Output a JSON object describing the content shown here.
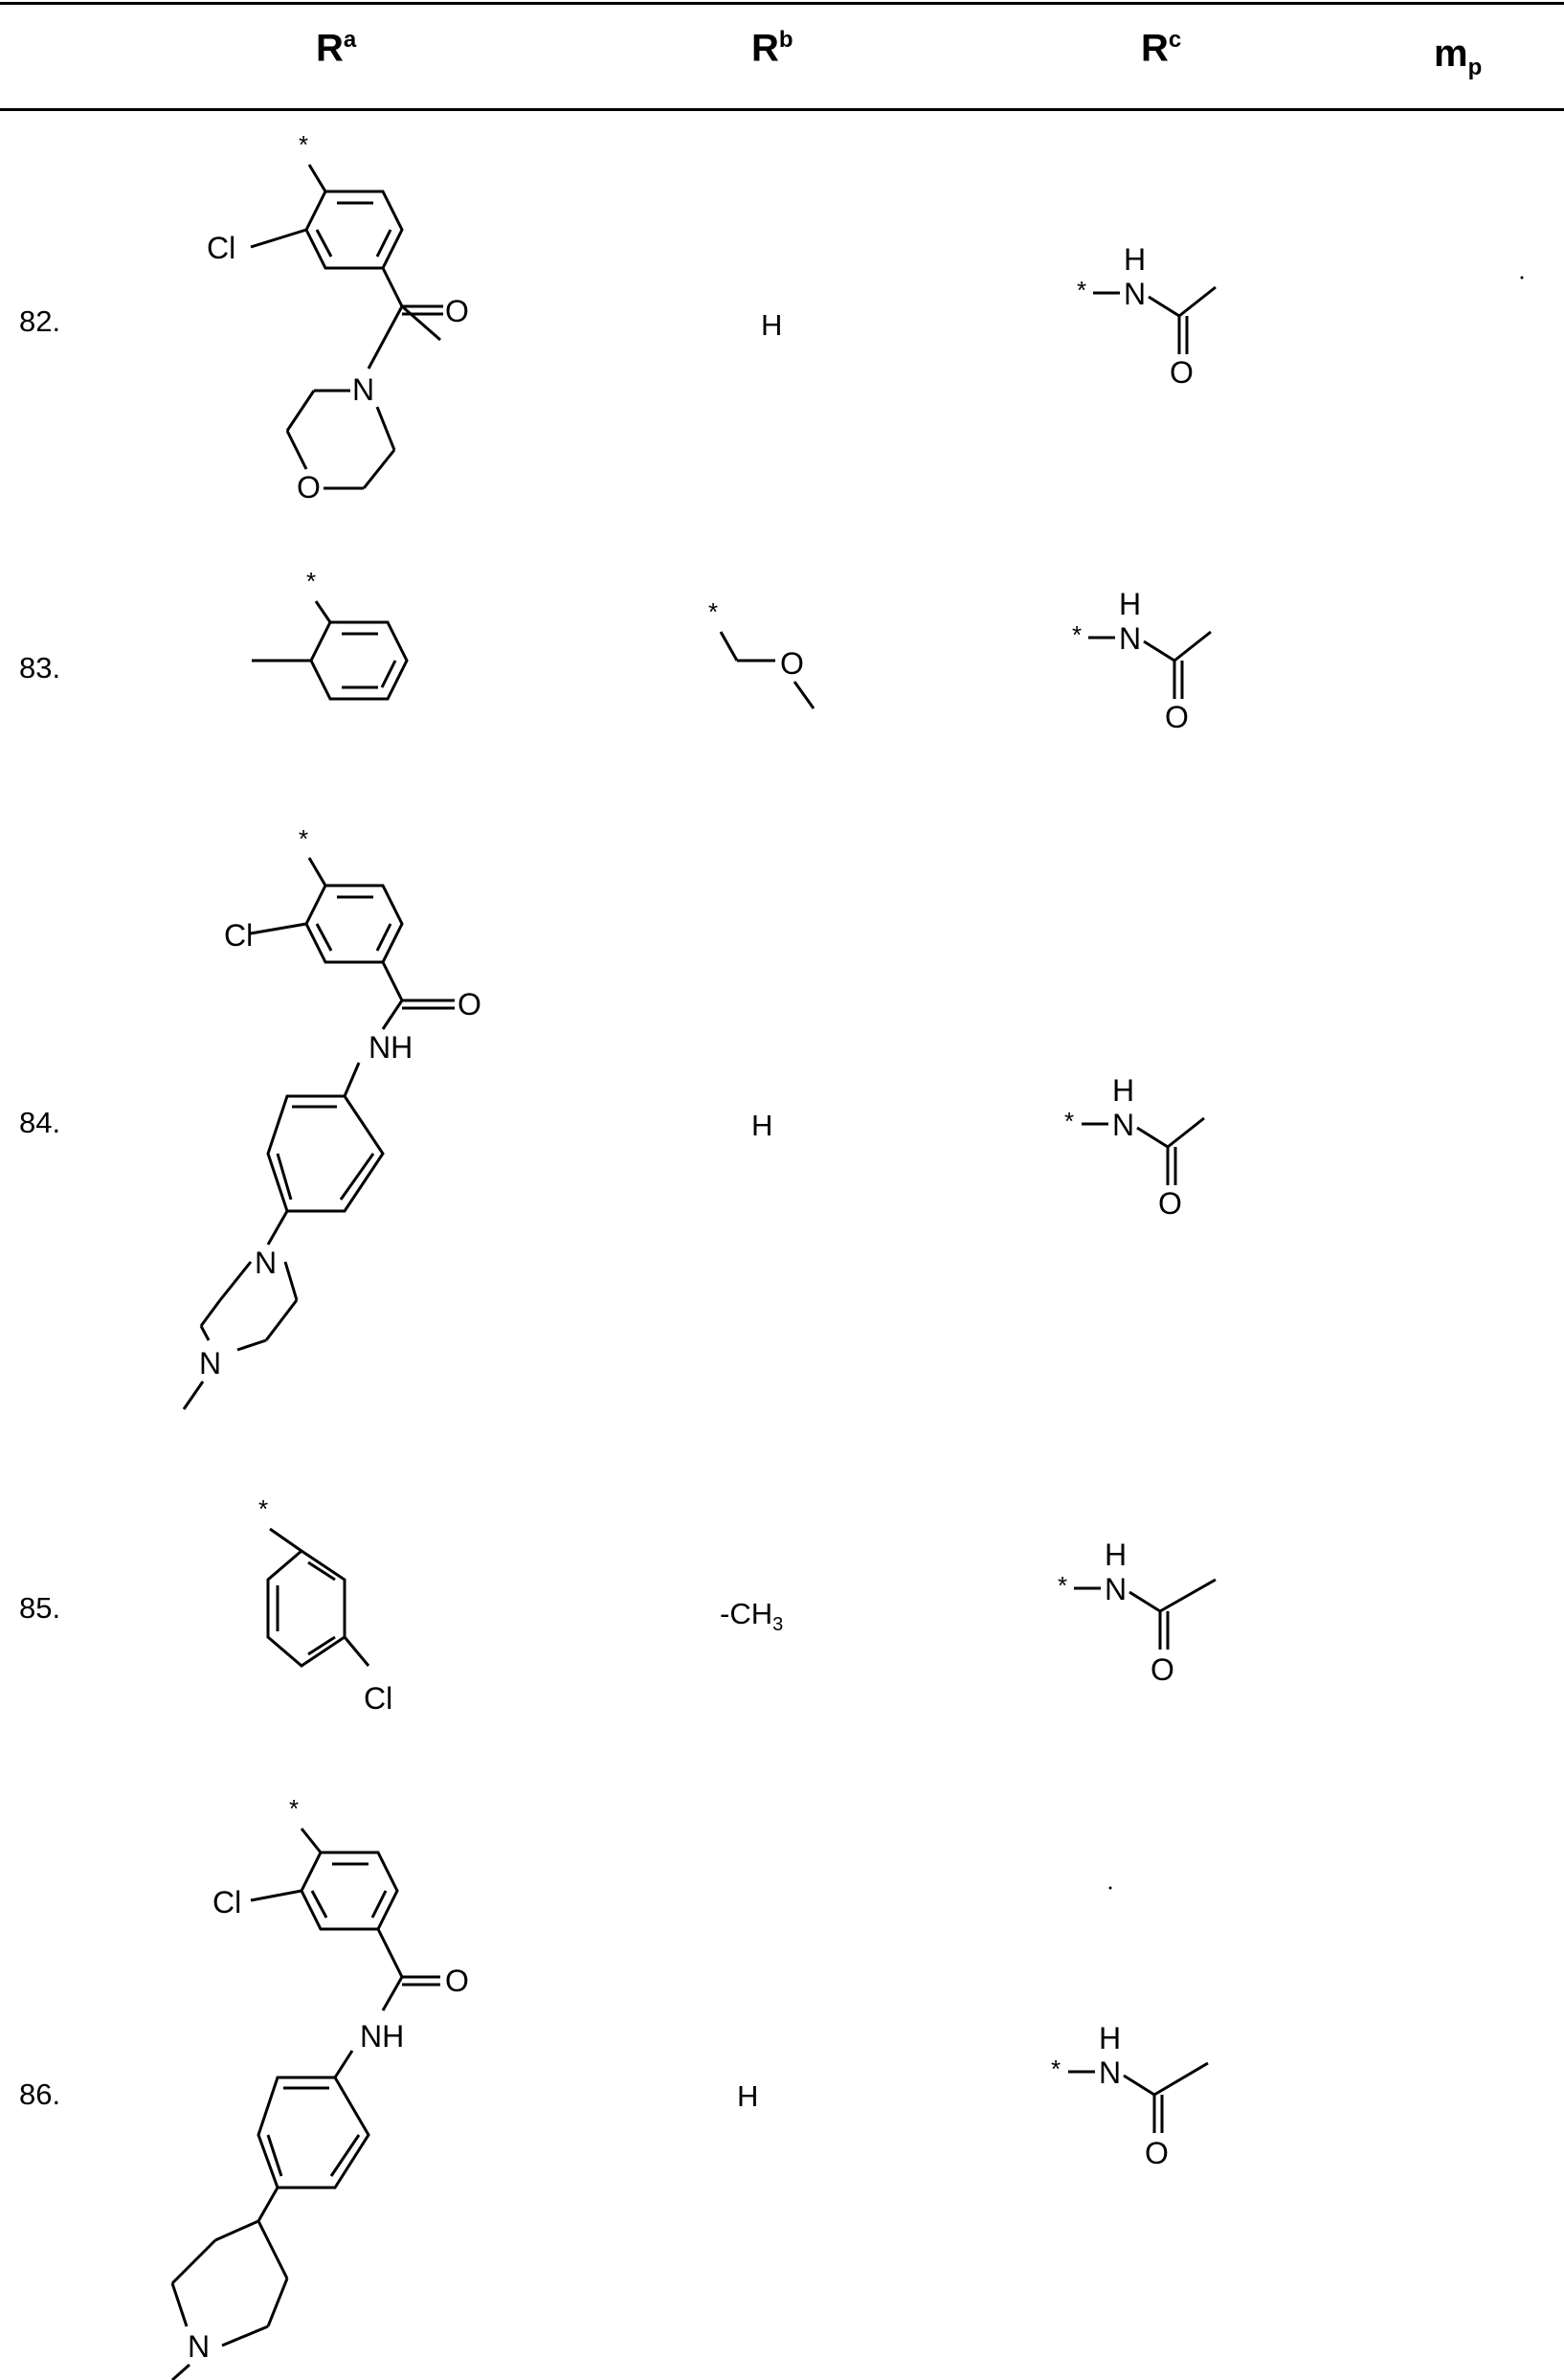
{
  "header": {
    "col_ra": {
      "main": "R",
      "sup": "a"
    },
    "col_rb": {
      "main": "R",
      "sup": "b"
    },
    "col_rc": {
      "main": "R",
      "sup": "c"
    },
    "col_mp": {
      "main": "m",
      "sub": "p"
    }
  },
  "rows": [
    {
      "number": "82.",
      "rb": "H"
    },
    {
      "number": "83.",
      "rb_structure": "CH2-O-CH3"
    },
    {
      "number": "84.",
      "rb": "H"
    },
    {
      "number": "85.",
      "rb": "-CH",
      "rb_sub": "3"
    },
    {
      "number": "86.",
      "rb": "H"
    }
  ],
  "atoms": {
    "star": "*",
    "cl": "Cl",
    "o": "O",
    "n": "N",
    "h": "H",
    "nh": "NH"
  }
}
